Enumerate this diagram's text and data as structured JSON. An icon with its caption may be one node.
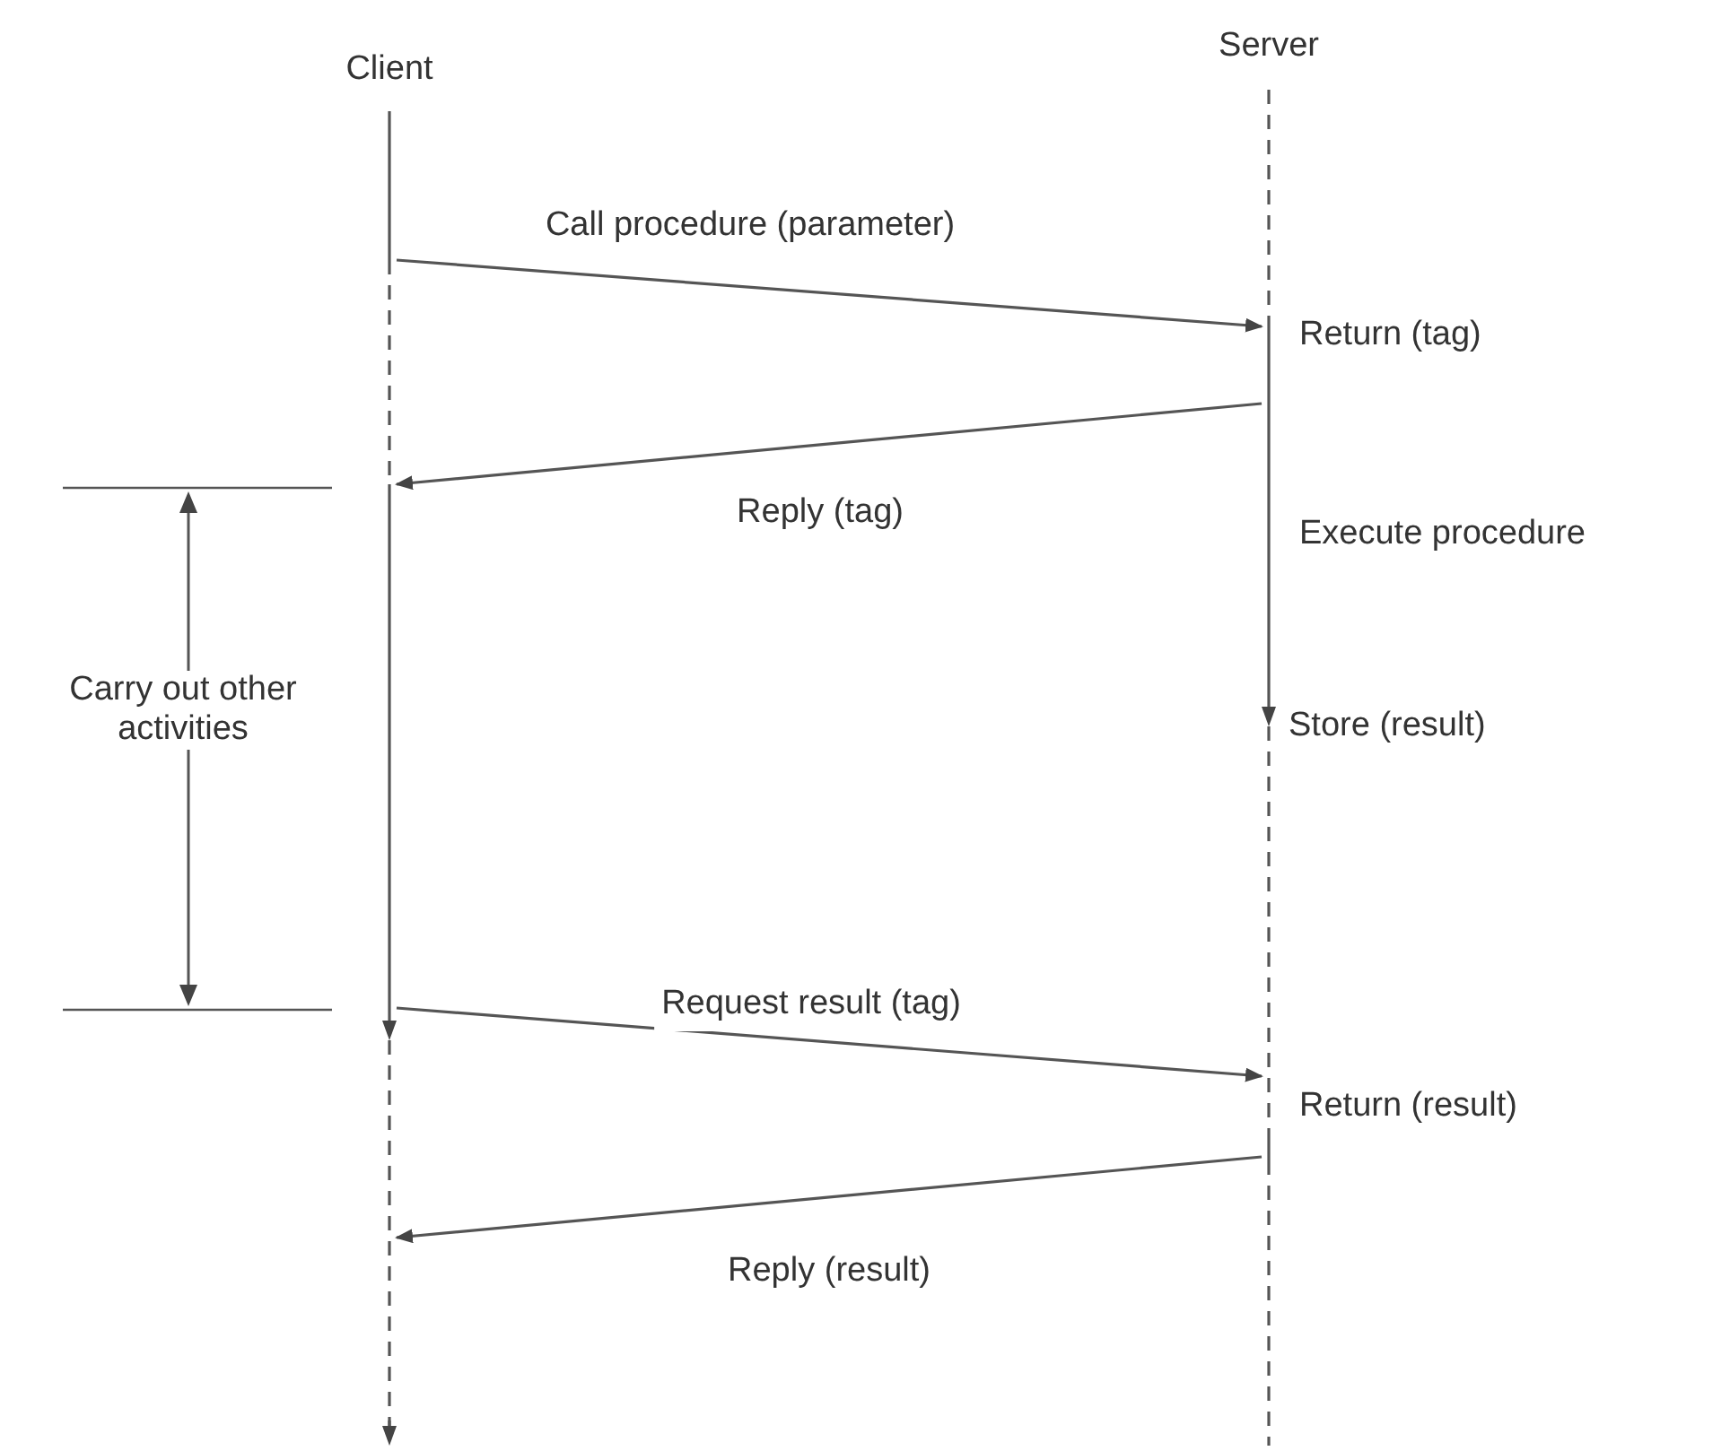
{
  "diagram": {
    "nodes": [
      {
        "text": [
          "Client"
        ]
      },
      {
        "text": [
          "Server"
        ]
      },
      {
        "text": [],
        "shape": "bar"
      },
      {
        "text": [],
        "shape": "bar",
        "beside": [
          "Return (tag)",
          "Execute procedure",
          "Store (result)",
          "Return (result)"
        ]
      }
    ],
    "edges": [
      {
        "from": 2,
        "to": 3,
        "arrow": "to",
        "label": "Call procedure (parameter)"
      },
      {
        "from": 3,
        "to": 2,
        "arrow": "to",
        "label": "Reply (tag)"
      },
      {
        "from": 2,
        "to": 3,
        "arrow": "to",
        "label": "Request result (tag)"
      },
      {
        "from": 3,
        "to": 2,
        "arrow": "to",
        "label": "Reply (result)"
      }
    ],
    "labels": [
      "Carry out other activities"
    ]
  }
}
